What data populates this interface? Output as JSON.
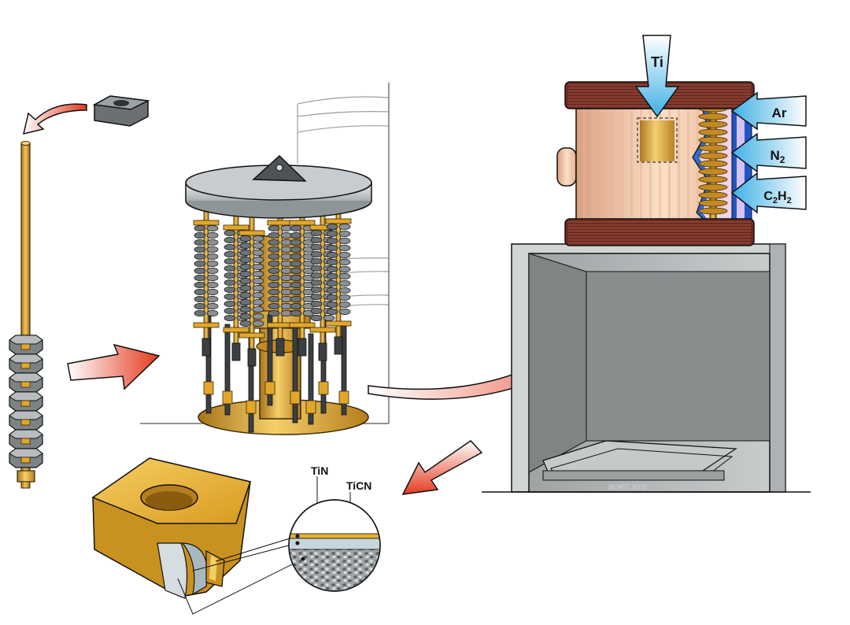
{
  "gases": {
    "ti": "Ti",
    "ar": "Ar",
    "n_sym": "N",
    "n_sub": "2",
    "c_sym": "C",
    "c_sub": "2",
    "h_sym": "H",
    "h_sub": "2"
  },
  "layers": {
    "outer": "TiN",
    "inner": "TiCN"
  },
  "credit": "BORG 2001",
  "colors": {
    "gold": "#e2a72a",
    "gold_dark": "#a9741a",
    "steel": "#8b9194",
    "copper": "#7a3528",
    "chamber": "#f3c9a8",
    "arrow_red": "#e43a1f",
    "gas_blue": "#42b3e6",
    "cabinet": "#bfc2c3"
  }
}
